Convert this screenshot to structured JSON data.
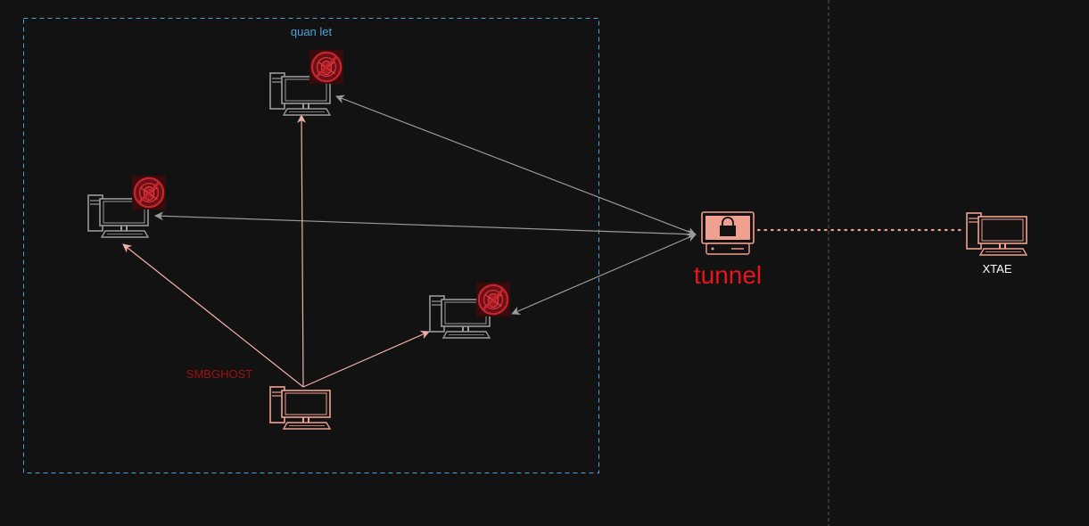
{
  "diagram": {
    "group_label": "quan let",
    "attacker_label": "SMBGHOST",
    "tunnel_label": "tunnel",
    "remote_label": "XTAE",
    "nodes": [
      {
        "id": "host-top",
        "infected": true
      },
      {
        "id": "host-left",
        "infected": true
      },
      {
        "id": "host-mid",
        "infected": true
      },
      {
        "id": "attacker",
        "infected": false
      },
      {
        "id": "tunnel-device",
        "infected": false
      },
      {
        "id": "remote-host",
        "infected": false
      }
    ]
  },
  "colors": {
    "background": "#121212",
    "group_border": "#4aa3d8",
    "group_label": "#4aa3d8",
    "gray_device": "#9a9a9a",
    "salmon": "#f0a090",
    "red_text": "#e8151b",
    "dark_red_text": "#a01010",
    "infect_red": "#c0262d",
    "white_text": "#ffffff",
    "separator": "#555555"
  }
}
